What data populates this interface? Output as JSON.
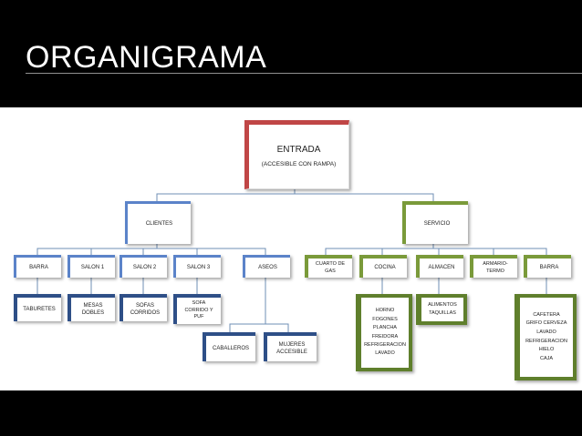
{
  "slide_title": "ORGANIGRAMA",
  "colors": {
    "clientes": "#5b83c9",
    "servicio": "#7a9a3a",
    "entrada": "#c04646"
  },
  "root": {
    "title": "ENTRADA",
    "subtitle": "(ACCESIBLE CON RAMPA)"
  },
  "clientes": {
    "label": "CLIENTES",
    "children": [
      {
        "label": "BARRA",
        "detail": "TABURETES"
      },
      {
        "label": "SALON 1",
        "detail": "MESAS\nDOBLES"
      },
      {
        "label": "SALON 2",
        "detail": "SOFAS\nCORRIDOS"
      },
      {
        "label": "SALON 3",
        "detail": "SOFA\nCORRIDO Y\nPUF"
      },
      {
        "label": "ASEOS",
        "sub": [
          "CABALLEROS",
          "MUJERES\nACCESIBLE"
        ]
      }
    ]
  },
  "servicio": {
    "label": "SERVICIO",
    "children": [
      {
        "label": "CUARTO DE\nGAS"
      },
      {
        "label": "COCINA",
        "detail": "HORNO\nFOGONES\nPLANCHA\nFREIDORA\nREFRIGERACION\nLAVADO"
      },
      {
        "label": "ALMACEN",
        "detail": "ALIMENTOS\nTAQUILLAS"
      },
      {
        "label": "ARMARIO-\nTERMO"
      },
      {
        "label": "BARRA",
        "detail": "CAFETERA\nGRIFO CERVEZA\nLAVADO\nREFRIGERACION\nHIELO\nCAJA"
      }
    ]
  }
}
